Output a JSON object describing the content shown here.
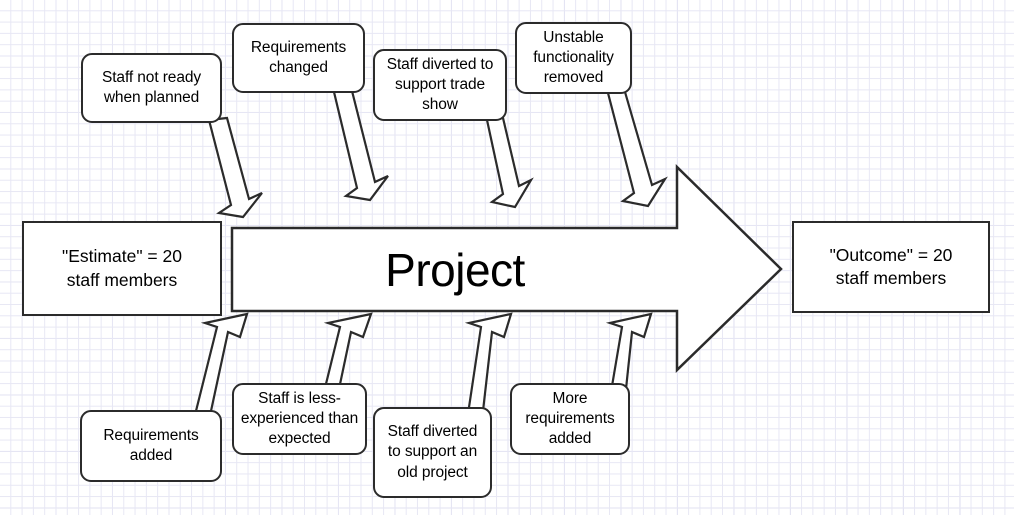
{
  "diagram": {
    "title": "Project",
    "type": "block-arrow-influence-diagram",
    "background": "#ffffff",
    "grid_color_minor": "#e7e7f4",
    "grid_color_major": "#d8d8ee",
    "stroke_color": "#2b2b2b",
    "fill_color": "#ffffff"
  },
  "endpoints": {
    "start": {
      "line1": "\"Estimate\" = 20",
      "line2": "staff members"
    },
    "end": {
      "line1": "\"Outcome\" = 20",
      "line2": "staff members"
    }
  },
  "main_arrow": {
    "label": "Project"
  },
  "top_factors": [
    {
      "id": "staff-not-ready",
      "text": "Staff not ready when planned"
    },
    {
      "id": "requirements-changed",
      "text": "Requirements changed"
    },
    {
      "id": "staff-diverted-trade-show",
      "text": "Staff diverted to support trade show"
    },
    {
      "id": "unstable-functionality-removed",
      "text": "Unstable functionality removed"
    }
  ],
  "bottom_factors": [
    {
      "id": "requirements-added",
      "text": "Requirements added"
    },
    {
      "id": "staff-less-experienced",
      "text": "Staff is less-experienced than expected"
    },
    {
      "id": "staff-diverted-old-project",
      "text": "Staff diverted to support an old project"
    },
    {
      "id": "more-requirements-added",
      "text": "More requirements added"
    }
  ]
}
